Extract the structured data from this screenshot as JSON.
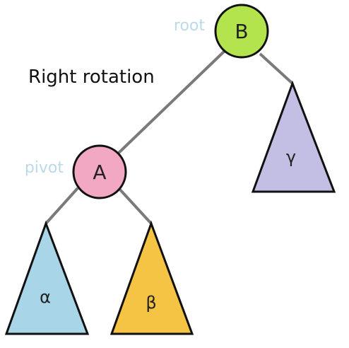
{
  "diagram": {
    "title": "Right rotation",
    "role_labels": {
      "root": "root",
      "pivot": "pivot",
      "color": "#bcd9ea"
    },
    "nodes": {
      "root": {
        "label": "B",
        "fill": "#b3e34d"
      },
      "pivot": {
        "label": "A",
        "fill": "#f2a7c3"
      }
    },
    "subtrees": {
      "alpha": {
        "label": "α",
        "fill": "#a8d6e8"
      },
      "beta": {
        "label": "β",
        "fill": "#f6c445"
      },
      "gamma": {
        "label": "γ",
        "fill": "#c3bee3"
      }
    }
  }
}
